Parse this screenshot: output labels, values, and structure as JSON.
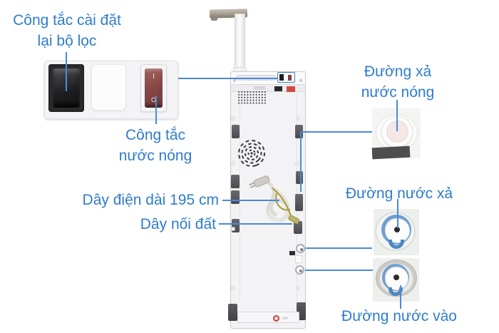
{
  "callouts": {
    "filter_reset": {
      "line1": "Công tắc cài đặt",
      "line2": "lại bộ lọc"
    },
    "hot_switch": {
      "line1": "Công tắc",
      "line2": "nước nóng"
    },
    "power_cord": "Dây điện dài 195 cm",
    "ground_wire": "Dây nối đất",
    "hot_drain": {
      "line1": "Đường xả",
      "line2": "nước nóng"
    },
    "drain": "Đường nước xả",
    "inlet": "Đường nước vào"
  },
  "switches": {
    "on_mark": "I",
    "off_mark": "O"
  },
  "colors": {
    "label_blue": "#2f7ccd",
    "line_blue": "#4a8ad6",
    "highlight_box_blue": "#3a7fcd",
    "hot_switch_red": "#8c4947",
    "body_gray": "#f3f3f5",
    "pad_dark": "#56565a",
    "ground_wire_olive": "#ab9f48"
  }
}
